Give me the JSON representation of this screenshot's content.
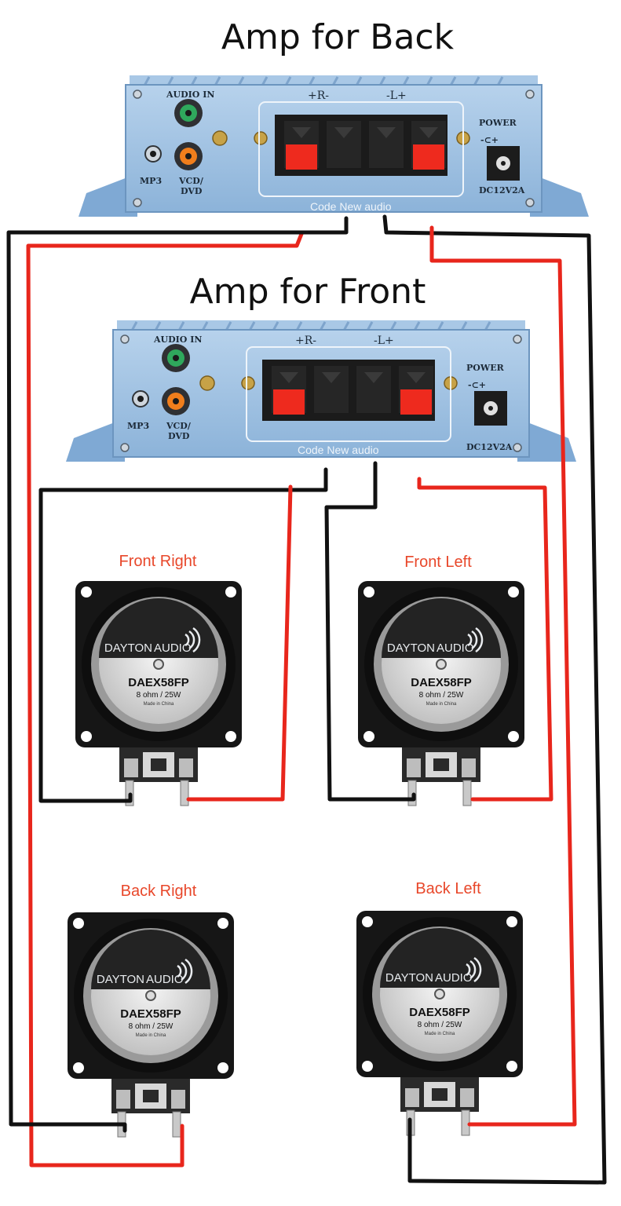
{
  "titles": {
    "back_amp": "Amp for Back",
    "front_amp": "Amp for Front"
  },
  "amplifier": {
    "audio_in": "AUDIO  IN",
    "mp3": "MP3",
    "vcd_dvd_line1": "VCD/",
    "vcd_dvd_line2": "DVD",
    "right_channel": "+R-",
    "left_channel": "-L+",
    "power": "POWER",
    "dc_rating": "DC12V2A",
    "brand": "Code New audio"
  },
  "speakers": {
    "front_right": "Front Right",
    "front_left": "Front Left",
    "back_right": "Back Right",
    "back_left": "Back Left",
    "brand_word1": "DAYTON",
    "brand_word2": "AUDIO",
    "model": "DAEX58FP",
    "spec": "8 ohm / 25W",
    "origin": "Made in China"
  },
  "colors": {
    "positive_wire": "#e8261c",
    "negative_wire": "#111111",
    "speaker_label": "#e8472a",
    "amp_body": "#8fb6dc"
  }
}
